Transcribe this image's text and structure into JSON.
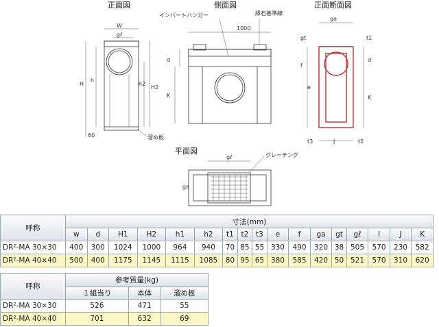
{
  "drawing": {
    "titles": {
      "front": "正面図",
      "side": "側面図",
      "section": "正面断面図",
      "plan": "平面図"
    },
    "labels": {
      "invert_hanger": "インバートハンガー",
      "curb_ref": "縁石基準線",
      "weir_plate": "溜め板",
      "grating": "グレーチング",
      "side_width": "1000"
    },
    "dims": {
      "w": "W",
      "gl_front": "gℓ",
      "h": "H",
      "h_small": "h",
      "h2": "h2",
      "H2": "H2",
      "d": "d",
      "k": "K",
      "sixty": "60",
      "ga": "ga",
      "t1": "t1",
      "gt": "gt",
      "t3": "t3",
      "j": "J",
      "t2": "t2",
      "f": "f",
      "e": "e",
      "gl": "gℓ",
      "ga_plan": "ga"
    }
  },
  "table1": {
    "name_header": "呼称",
    "group_header": "寸法(mm)",
    "columns": [
      "w",
      "d",
      "H1",
      "H2",
      "h1",
      "h2",
      "t1",
      "t2",
      "t3",
      "e",
      "f",
      "ga",
      "gt",
      "gℓ",
      "I",
      "J",
      "K"
    ],
    "rows": [
      {
        "name": "DR²-MA 30×30",
        "values": [
          "400",
          "300",
          "1024",
          "1000",
          "964",
          "940",
          "70",
          "85",
          "55",
          "330",
          "490",
          "320",
          "38",
          "505",
          "570",
          "230",
          "582"
        ]
      },
      {
        "name": "DR²-MA 40×40",
        "values": [
          "500",
          "400",
          "1175",
          "1145",
          "1115",
          "1085",
          "80",
          "95",
          "65",
          "380",
          "585",
          "420",
          "50",
          "521",
          "570",
          "310",
          "620"
        ]
      }
    ]
  },
  "table2": {
    "name_header": "呼称",
    "group_header": "参考質量(kg)",
    "columns": [
      "１組当り",
      "本体",
      "溜め板"
    ],
    "rows": [
      {
        "name": "DR²-MA 30×30",
        "values": [
          "526",
          "471",
          "55"
        ]
      },
      {
        "name": "DR²-MA 40×40",
        "values": [
          "701",
          "632",
          "69"
        ]
      }
    ]
  }
}
